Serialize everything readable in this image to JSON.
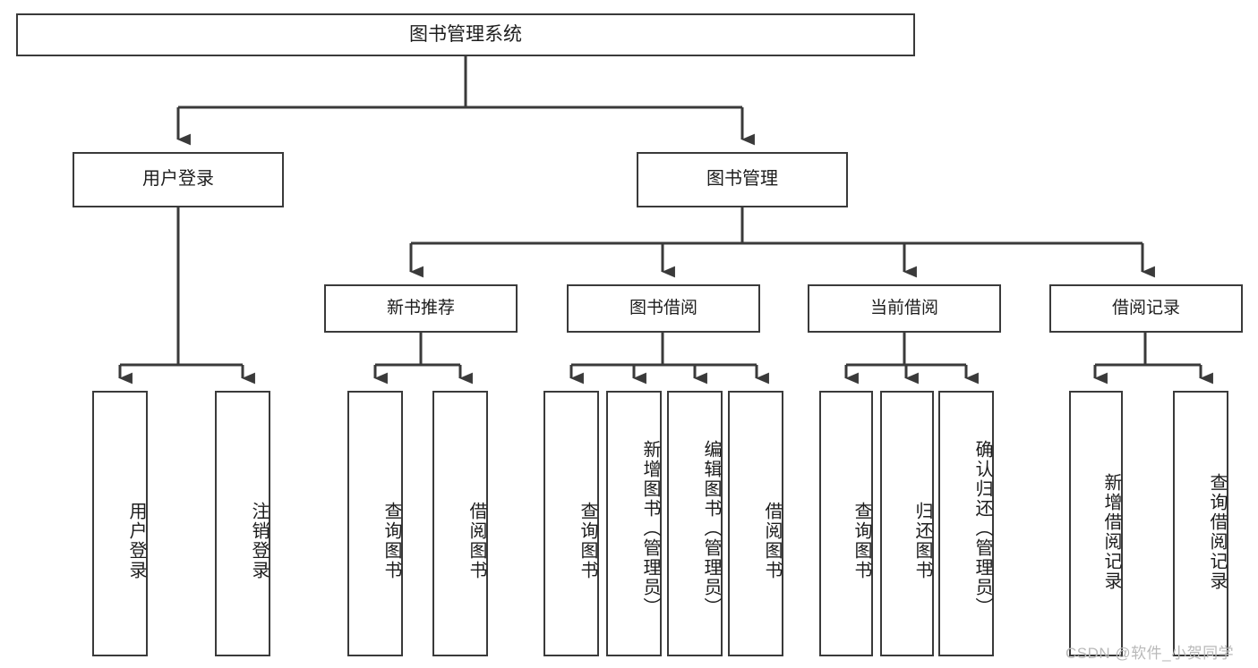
{
  "diagram": {
    "type": "tree",
    "title": "图书管理系统",
    "root": {
      "id": "root",
      "label": "图书管理系统"
    },
    "level2": [
      {
        "id": "user-login",
        "label": "用户登录"
      },
      {
        "id": "book-management",
        "label": "图书管理"
      }
    ],
    "level3": [
      {
        "id": "new-book-recommend",
        "label": "新书推荐",
        "parent": "book-management"
      },
      {
        "id": "book-borrow",
        "label": "图书借阅",
        "parent": "book-management"
      },
      {
        "id": "current-borrow",
        "label": "当前借阅",
        "parent": "book-management"
      },
      {
        "id": "borrow-record",
        "label": "借阅记录",
        "parent": "book-management"
      }
    ],
    "leaves": [
      {
        "id": "leaf-user-login",
        "label": "用户登录",
        "parent": "user-login"
      },
      {
        "id": "leaf-logout-login",
        "label": "注销登录",
        "parent": "user-login"
      },
      {
        "id": "leaf-query-book-1",
        "label": "查询图书",
        "parent": "new-book-recommend"
      },
      {
        "id": "leaf-borrow-book-1",
        "label": "借阅图书",
        "parent": "new-book-recommend"
      },
      {
        "id": "leaf-query-book-2",
        "label": "查询图书",
        "parent": "book-borrow"
      },
      {
        "id": "leaf-add-book",
        "label": "新增图书（管理员）",
        "parent": "book-borrow"
      },
      {
        "id": "leaf-edit-book",
        "label": "编辑图书（管理员）",
        "parent": "book-borrow"
      },
      {
        "id": "leaf-borrow-book-2",
        "label": "借阅图书",
        "parent": "book-borrow"
      },
      {
        "id": "leaf-query-book-3",
        "label": "查询图书",
        "parent": "current-borrow"
      },
      {
        "id": "leaf-return-book",
        "label": "归还图书",
        "parent": "current-borrow"
      },
      {
        "id": "leaf-confirm-return",
        "label": "确认归还（管理员）",
        "parent": "current-borrow"
      },
      {
        "id": "leaf-add-record",
        "label": "新增借阅记录",
        "parent": "borrow-record"
      },
      {
        "id": "leaf-query-record",
        "label": "查询借阅记录",
        "parent": "borrow-record"
      }
    ],
    "colors": {
      "stroke": "#3a3a3a",
      "text": "#1d1d1d",
      "background": "#ffffff",
      "watermark": "#b9b9b9"
    }
  },
  "watermark": {
    "text": "CSDN @软件_小贺同学"
  }
}
